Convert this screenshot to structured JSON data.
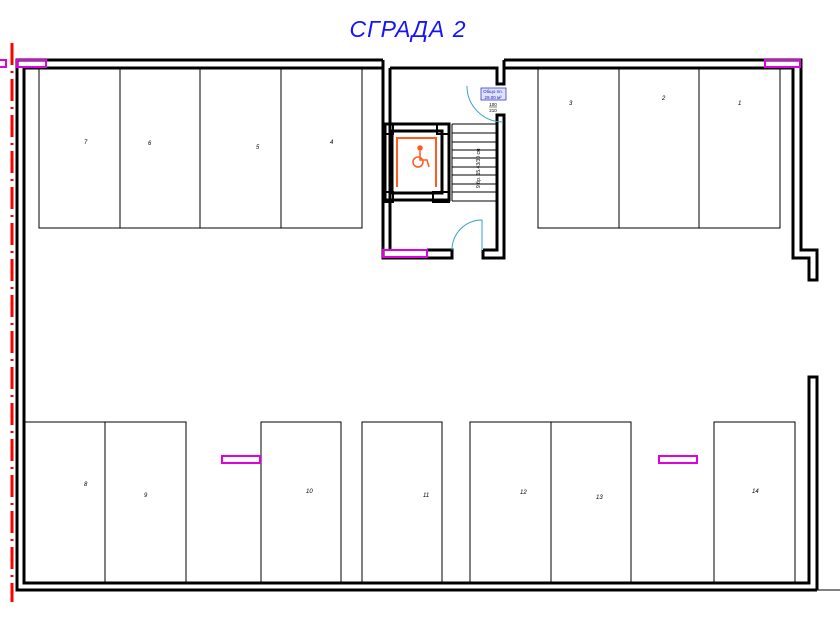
{
  "title": "СГРАДА 2",
  "room_label": {
    "name": "Общо пл.",
    "area": "29.00 м²"
  },
  "door_size": {
    "width": "100",
    "height": "210"
  },
  "stairs_label": "9 бр. 15.43/30 см",
  "parking_spaces": [
    "1",
    "2",
    "3",
    "4",
    "5",
    "6",
    "7",
    "8",
    "9",
    "10",
    "11",
    "12",
    "13",
    "14"
  ],
  "colors": {
    "title": "#1414ff",
    "axis": "#ff0000",
    "openings": "#e000e0",
    "accessible": "#ff5a1f",
    "door_arc": "#3aa0c8"
  },
  "icons": [
    "wheelchair-icon"
  ]
}
